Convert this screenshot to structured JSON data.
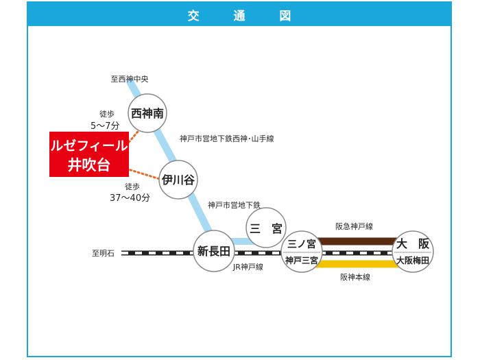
{
  "title": "交 通 図",
  "colors": {
    "frame": "#1aa7dc",
    "subway": "#a8daf3",
    "jr_dark": "#222222",
    "hankyu": "#5a2a12",
    "hanshin": "#f2c300",
    "walk": "#e86a22",
    "property_bg": "#e60012"
  },
  "property": {
    "line1": "ルゼフィール",
    "line2": "井吹台"
  },
  "walks": {
    "nishikami": {
      "label": "徒歩",
      "time": "5～7分"
    },
    "ikawadani": {
      "label": "徒歩",
      "time": "37～40分"
    }
  },
  "stations": {
    "nishikami_minami": "西神南",
    "ikawadani": "伊川谷",
    "shin_nagata": "新長田",
    "sannomiya_subway": "三　宮",
    "sannomiya_jr": "三ノ宮",
    "kobe_sannomiya": "神戸三宮",
    "osaka": "大　阪",
    "osaka_umeda": "大阪梅田"
  },
  "lines": {
    "to_nishikami_chuo": "至西神中央",
    "seishin_yamate": "神戸市営地下鉄西神･山手線",
    "kobe_subway": "神戸市営地下鉄",
    "to_akashi": "至明石",
    "jr_kobe": "JR神戸線",
    "hankyu_kobe": "阪急神戸線",
    "hanshin_main": "阪神本線"
  }
}
